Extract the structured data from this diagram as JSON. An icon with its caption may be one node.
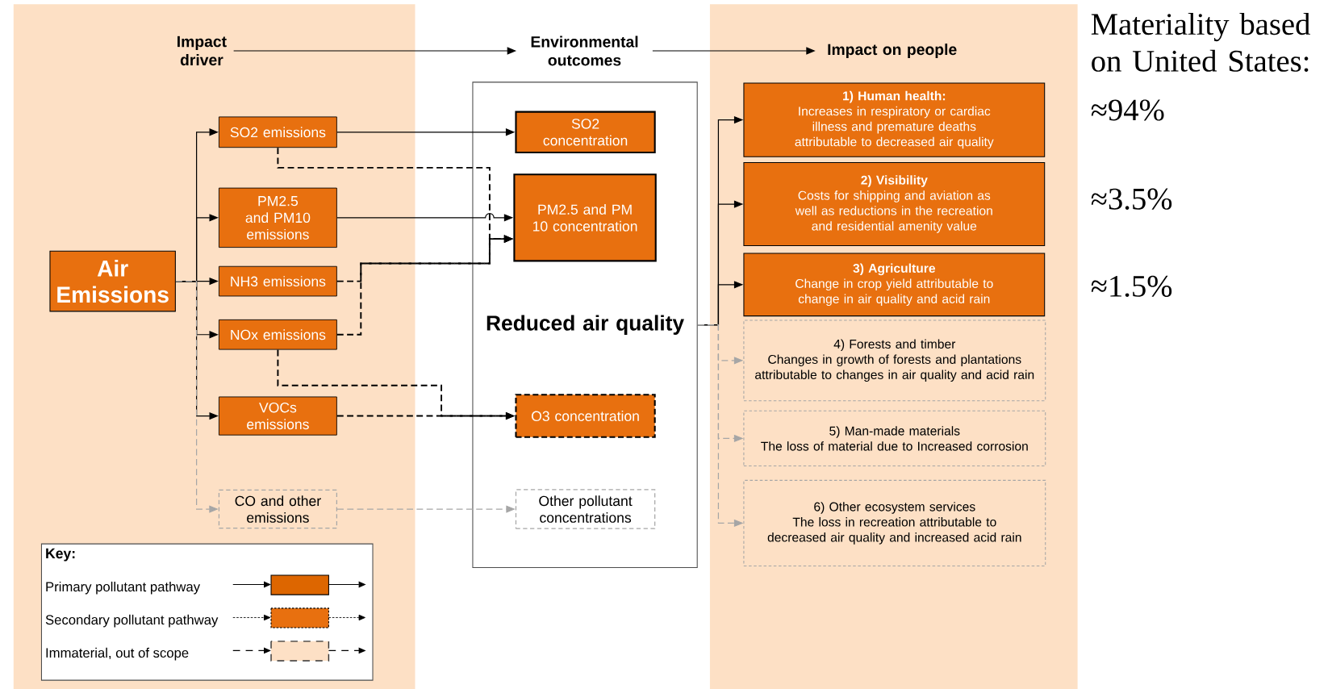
{
  "diagram": {
    "nodes": [
      {
        "text": [
          "Impact driver"
        ]
      },
      {
        "text": [
          "Environmental outcomes"
        ]
      },
      {
        "text": [
          "Impact on people"
        ]
      },
      {
        "text": [
          "Air Emissions"
        ]
      },
      {
        "text": [
          "SO2 emissions"
        ]
      },
      {
        "text": [
          "PM2.5 and PM10 emissions"
        ]
      },
      {
        "text": [
          "NH3 emissions"
        ]
      },
      {
        "text": [
          "NOx emissions"
        ]
      },
      {
        "text": [
          "VOCs emissions"
        ]
      },
      {
        "text": [
          "CO and other emissions"
        ]
      },
      {
        "text": [
          "Reduced air quality"
        ]
      },
      {
        "text": [
          "SO2 concentration"
        ],
        "in": 10
      },
      {
        "text": [
          "PM2.5 and PM 10 concentration"
        ],
        "in": 10
      },
      {
        "text": [
          "O3 concentration"
        ],
        "in": 10
      },
      {
        "text": [
          "Other pollutant concentrations"
        ],
        "in": 10
      },
      {
        "text": [
          "1) Human health:",
          "Increases in respiratory or cardiac illness and premature deaths attributable to decreased air quality"
        ]
      },
      {
        "text": [
          "2) Visibility",
          "Costs for shipping and aviation as well as reductions in the recreation and residential amenity value"
        ]
      },
      {
        "text": [
          "3) Agriculture",
          "Change in crop yield attributable to change in air quality and acid rain"
        ]
      },
      {
        "text": [
          "4) Forests and timber",
          "Changes in growth of forests and plantations attributable to changes in air quality and acid rain"
        ]
      },
      {
        "text": [
          "5) Man-made materials",
          "The loss of material due to Increased corrosion"
        ]
      },
      {
        "text": [
          "6) Other ecosystem services",
          "The loss in recreation attributable to decreased air quality and increased acid rain"
        ]
      }
    ],
    "edges": [
      {
        "from": 0,
        "to": 1,
        "arrow": "to"
      },
      {
        "from": 1,
        "to": 2,
        "arrow": "to"
      },
      {
        "from": 3,
        "to": 4,
        "arrow": "to"
      },
      {
        "from": 3,
        "to": 5,
        "arrow": "to"
      },
      {
        "from": 3,
        "to": 6,
        "arrow": "to"
      },
      {
        "from": 3,
        "to": 7,
        "arrow": "to"
      },
      {
        "from": 3,
        "to": 8,
        "arrow": "to"
      },
      {
        "from": 3,
        "to": 9,
        "arrow": "to",
        "style": "dashed",
        "color": "#a6a6a6"
      },
      {
        "from": 4,
        "to": 11,
        "arrow": "to"
      },
      {
        "from": 5,
        "to": 12,
        "arrow": "to"
      },
      {
        "from": 4,
        "to": 12,
        "arrow": "to",
        "style": "dashed"
      },
      {
        "from": 6,
        "to": 12,
        "arrow": "to",
        "style": "dashed"
      },
      {
        "from": 7,
        "to": 12,
        "arrow": "to",
        "style": "dashed"
      },
      {
        "from": 7,
        "to": 13,
        "arrow": "to",
        "style": "dashed"
      },
      {
        "from": 8,
        "to": 13,
        "arrow": "to",
        "style": "dashed"
      },
      {
        "from": 9,
        "to": 14,
        "arrow": "to",
        "style": "dashed",
        "color": "#a6a6a6"
      },
      {
        "from": 10,
        "to": 15,
        "arrow": "to"
      },
      {
        "from": 10,
        "to": 16,
        "arrow": "to"
      },
      {
        "from": 10,
        "to": 17,
        "arrow": "to"
      },
      {
        "from": 10,
        "to": 18,
        "arrow": "to",
        "style": "dashed",
        "color": "#a6a6a6"
      },
      {
        "from": 10,
        "to": 19,
        "arrow": "to",
        "style": "dashed",
        "color": "#a6a6a6"
      },
      {
        "from": 10,
        "to": 20,
        "arrow": "to",
        "style": "dashed",
        "color": "#a6a6a6"
      }
    ],
    "labels": [
      "Materiality based on United States:",
      "≈94%",
      "≈3.5%",
      "≈1.5%",
      "Key:"
    ],
    "legend": [
      {
        "text": "Primary pollutant pathway"
      },
      {
        "text": "Secondary pollutant pathway"
      },
      {
        "text": "Immaterial, out of scope"
      }
    ]
  }
}
